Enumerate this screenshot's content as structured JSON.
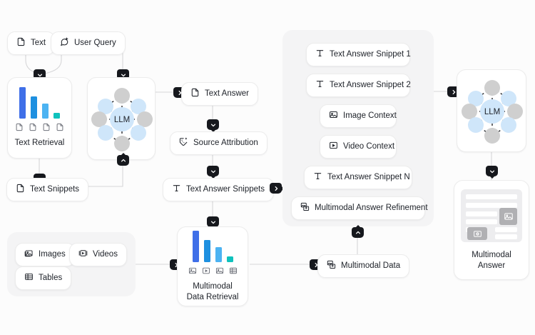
{
  "colors": {
    "background": "#fcfcfc",
    "panel": "#f4f4f5",
    "node_border": "#ececec",
    "text": "#20242b",
    "badge": "#16181d",
    "edge": "#d6d6d8",
    "llm_center": "#cfe6fa",
    "llm_blue": "#cfe6fa",
    "llm_gray": "#cfcfcf",
    "bar_1": "#3f6fe8",
    "bar_2": "#1e90e0",
    "bar_3": "#4cb3f2",
    "bar_4": "#0fc2bd"
  },
  "inputs": {
    "text_node": {
      "label": "Text",
      "icon": "document-icon"
    },
    "user_query_node": {
      "label": "User Query",
      "icon": "chat-sparkle-icon"
    }
  },
  "text_retrieval": {
    "caption": "Text Retrieval",
    "chart": {
      "type": "bar",
      "values": [
        44,
        31,
        21,
        8
      ],
      "colors": [
        "#3f6fe8",
        "#1e90e0",
        "#4cb3f2",
        "#0fc2bd"
      ]
    },
    "doc_icons": [
      "document-icon",
      "document-icon",
      "document-icon",
      "document-icon"
    ]
  },
  "text_snippets": {
    "label": "Text Snippets",
    "icon": "document-icon"
  },
  "llm_left": {
    "label": "LLM",
    "node_count": 8
  },
  "llm_right": {
    "label": "LLM",
    "node_count": 8
  },
  "middle_column": {
    "text_answer": {
      "label": "Text Answer",
      "icon": "document-icon"
    },
    "source_attribution": {
      "label": "Source Attribution",
      "icon": "tag-sparkle-icon"
    },
    "text_answer_snippets": {
      "label": "Text Answer Snippets",
      "icon": "text-type-icon"
    }
  },
  "context_panel": {
    "items": [
      {
        "label": "Text Answer Snippet 1",
        "icon": "text-type-icon"
      },
      {
        "label": "Text Answer Snippet 2",
        "icon": "text-type-icon"
      },
      {
        "label": "Image Context",
        "icon": "image-icon"
      },
      {
        "label": "Video Context",
        "icon": "video-icon"
      },
      {
        "label": "Text Answer Snippet N",
        "icon": "text-type-icon"
      },
      {
        "label": "Multimodal Answer Refinement",
        "icon": "multimodal-icon"
      }
    ]
  },
  "sources_panel": {
    "items": [
      {
        "label": "Images",
        "icon": "image-stack-icon"
      },
      {
        "label": "Videos",
        "icon": "video-film-icon"
      },
      {
        "label": "Tables",
        "icon": "table-icon"
      }
    ]
  },
  "multimodal_retrieval": {
    "caption_line1": "Multimodal",
    "caption_line2": "Data Retrieval",
    "chart": {
      "type": "bar",
      "values": [
        44,
        31,
        21,
        8
      ],
      "colors": [
        "#3f6fe8",
        "#1e90e0",
        "#4cb3f2",
        "#0fc2bd"
      ]
    },
    "item_icons": [
      "image-icon",
      "video-icon",
      "image-icon",
      "table-icon"
    ]
  },
  "multimodal_data": {
    "label": "Multimodal Data",
    "icon": "multimodal-icon"
  },
  "multimodal_answer": {
    "caption_line1": "Multimodal",
    "caption_line2": "Answer"
  }
}
